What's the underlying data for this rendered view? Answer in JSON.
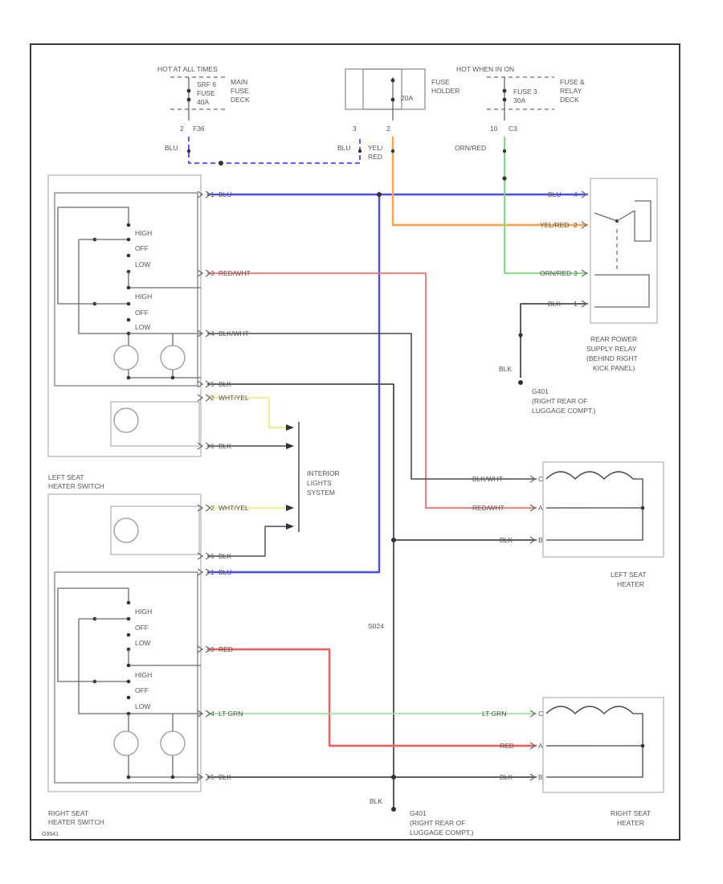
{
  "colors": {
    "blu": "#4b4bff",
    "org": "#ffa347",
    "grn": "#70e070",
    "red": "#ff5a5a",
    "pink": "#ff6f6f",
    "blk": "#4a4a4a",
    "ltgrn": "#9be89b",
    "wht": "#e8e870"
  },
  "fuses": {
    "left": {
      "title": "HOT AT ALL TIMES",
      "fuse": "SRF 6",
      "fuse2": "FUSE",
      "amps": "40A",
      "box1": "MAIN",
      "box2": "FUSE",
      "box3": "DECK",
      "pin_a": "2",
      "pin_b": "F36",
      "wire": "BLU"
    },
    "center": {
      "fuse": "20A",
      "box1": "FUSE",
      "box2": "HOLDER",
      "pin_a": "3",
      "pin_b": "2",
      "wire_a": "BLU",
      "wire_b": "YEL/",
      "wire_b2": "RED"
    },
    "right": {
      "title": "HOT WHEN IN ON",
      "fuse": "FUSE 3",
      "amps": "30A",
      "box1": "FUSE &",
      "box2": "RELAY",
      "box3": "DECK",
      "pin_a": "10",
      "pin_b": "C3",
      "wire": "ORN/RED"
    }
  },
  "left_switch": {
    "label_1": "LEFT SEAT",
    "label_2": "HEATER SWITCH",
    "pos_high_1": "HIGH",
    "pos_off_1": "OFF",
    "pos_low_1": "LOW",
    "pos_high_2": "HIGH",
    "pos_off_2": "OFF",
    "pos_low_2": "LOW",
    "pin_blu": "1",
    "pin_red": "3",
    "pin_blkwht": "4",
    "pin_blk": "5",
    "pin_wht": "2",
    "pin_blk2": "6",
    "wire_blu": "BLU",
    "wire_red": "RED/WHT",
    "wire_blkwht": "BLK/WHT",
    "wire_blk": "BLK",
    "wire_wht": "WHT/YEL",
    "wire_blk2": "BLK"
  },
  "right_switch": {
    "label_1": "RIGHT SEAT",
    "label_2": "HEATER SWITCH",
    "pos_high_1": "HIGH",
    "pos_off_1": "OFF",
    "pos_low_1": "LOW",
    "pos_high_2": "HIGH",
    "pos_off_2": "OFF",
    "pos_low_2": "LOW",
    "pin_wht": "2",
    "pin_blk": "6",
    "pin_blu": "1",
    "pin_red": "3",
    "pin_ltgrn": "4",
    "pin_blk2": "5",
    "wire_wht": "WHT/YEL",
    "wire_blk": "BLK",
    "wire_blu": "BLU",
    "wire_red": "RED",
    "wire_ltgrn": "LT GRN",
    "wire_blk2": "BLK"
  },
  "relay": {
    "label_1": "REAR POWER",
    "label_2": "SUPPLY RELAY",
    "label_3": "(BEHIND RIGHT",
    "label_4": "KICK PANEL)",
    "wire_blu": "BLU",
    "wire_yel": "YEL/RED",
    "wire_orn": "ORN/RED",
    "wire_blk": "BLK",
    "pin_1": "4",
    "pin_2": "2",
    "pin_3": "3",
    "pin_4": "1"
  },
  "ground_1": {
    "wire": "BLK",
    "name": "G401",
    "loc_1": "(RIGHT REAR OF",
    "loc_2": "LUGGAGE COMPT.)"
  },
  "ground_2": {
    "wire": "BLK",
    "name": "G401",
    "loc_1": "(RIGHT REAR OF",
    "loc_2": "LUGGAGE COMPT.)"
  },
  "interior": {
    "line_1": "INTERIOR",
    "line_2": "LIGHTS",
    "line_3": "SYSTEM"
  },
  "left_heater": {
    "label_1": "LEFT SEAT",
    "label_2": "HEATER",
    "wire_blkwht": "BLK/WHT",
    "wire_red": "RED/WHT",
    "wire_blk": "BLK",
    "pin_1": "C",
    "pin_2": "A",
    "pin_3": "B"
  },
  "right_heater": {
    "label_1": "RIGHT SEAT",
    "label_2": "HEATER",
    "wire_ltgrn": "LT GRN",
    "wire_red": "RED",
    "wire_blk": "BLK",
    "pin_1": "C",
    "pin_2": "A",
    "pin_3": "B"
  },
  "splice": "S024",
  "footer_code": "G9541"
}
